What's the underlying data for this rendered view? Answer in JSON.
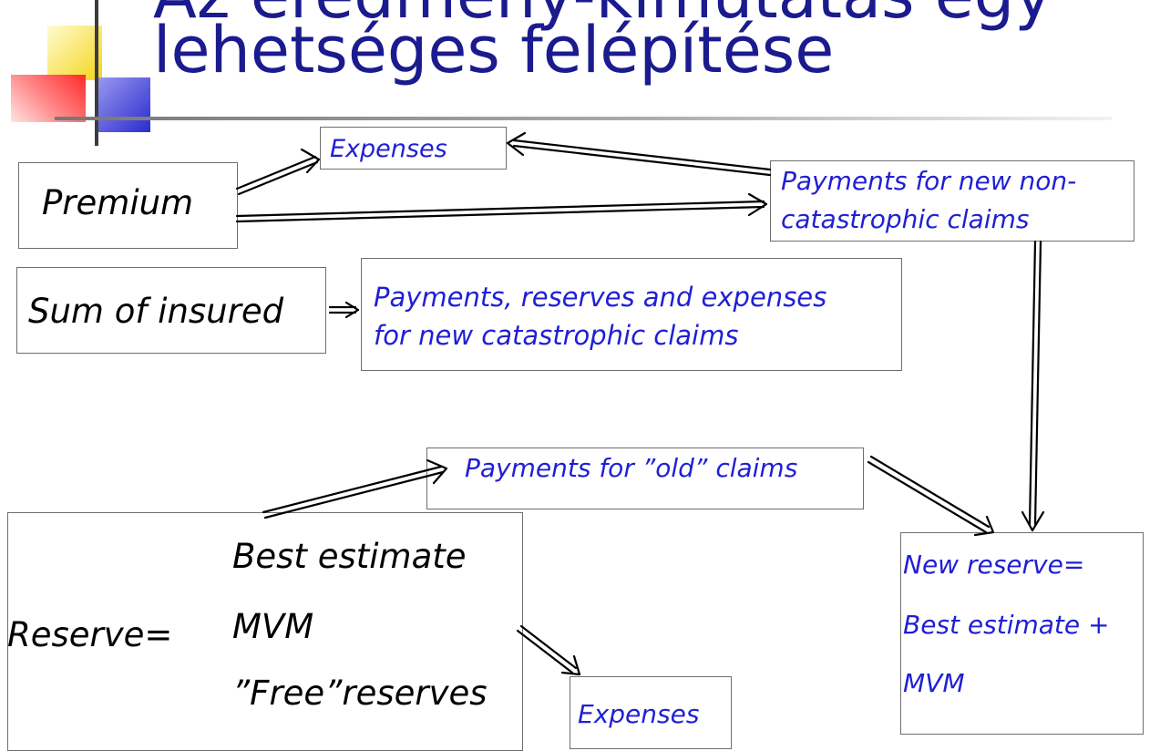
{
  "slide": {
    "title_line1": "Az eredmény-kimutatás egy",
    "title_line2": "lehetséges felépítése"
  },
  "diagram": {
    "premium": "Premium",
    "expenses_top": "Expenses",
    "payments_noncat_1": "Payments for new non-",
    "payments_noncat_2": "catastrophic claims",
    "sum_insured": "Sum of insured",
    "payments_cat_1": "Payments, reserves and expenses",
    "payments_cat_2": "for new catastrophic claims",
    "payments_old": "Payments for ”old” claims",
    "reserve_label": "Reserve=",
    "reserve_item1": "Best estimate",
    "reserve_item2": "MVM",
    "reserve_item3": "”Free”reserves",
    "expenses_bottom": "Expenses",
    "new_reserve_1": "New reserve=",
    "new_reserve_2": "Best estimate +",
    "new_reserve_3": "MVM"
  }
}
